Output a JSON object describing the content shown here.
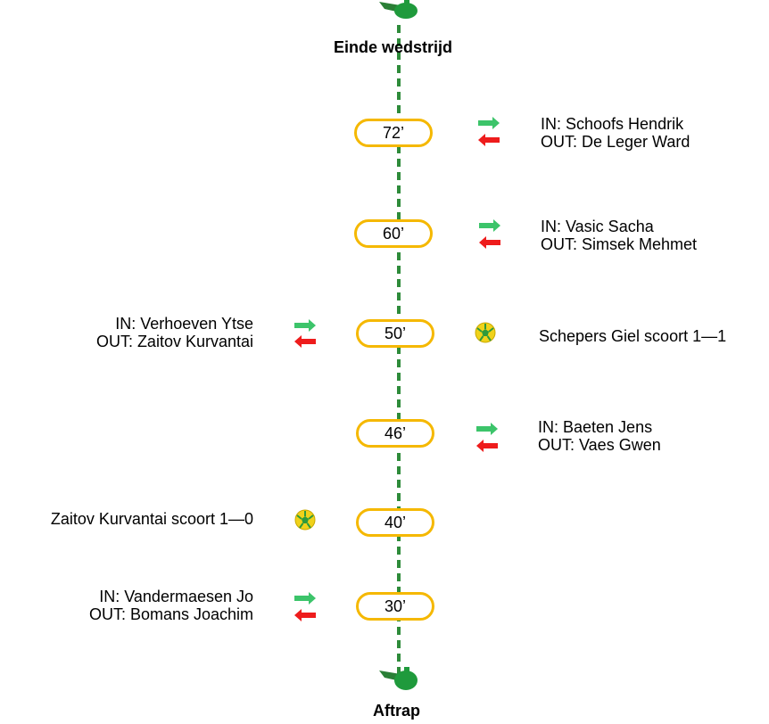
{
  "timeline": {
    "end_label": "Einde wedstrijd",
    "start_label": "Aftrap",
    "icons": {
      "whistle": "whistle-icon",
      "ball": "soccer-ball-icon",
      "in": "arrow-in-icon",
      "out": "arrow-out-icon"
    },
    "colors": {
      "line": "#2e8b3a",
      "badge_border": "#f5b800",
      "arrow_in": "#3cc46a",
      "arrow_out": "#ee1c1c",
      "whistle": "#1f9a3c"
    },
    "events": [
      {
        "minute": "72’",
        "side": "right",
        "type": "substitution",
        "in": "IN: Schoofs Hendrik",
        "out": "OUT: De Leger Ward"
      },
      {
        "minute": "60’",
        "side": "right",
        "type": "substitution",
        "in": "IN: Vasic Sacha",
        "out": "OUT: Simsek Mehmet"
      },
      {
        "minute": "50’",
        "side": "left",
        "type": "substitution",
        "in": "IN: Verhoeven Ytse",
        "out": "OUT: Zaitov Kurvantai"
      },
      {
        "minute": "50’",
        "side": "right",
        "type": "goal",
        "text": "Schepers Giel scoort 1—1"
      },
      {
        "minute": "46’",
        "side": "right",
        "type": "substitution",
        "in": "IN: Baeten Jens",
        "out": "OUT: Vaes Gwen"
      },
      {
        "minute": "40’",
        "side": "left",
        "type": "goal",
        "text": "Zaitov Kurvantai scoort 1—0"
      },
      {
        "minute": "30’",
        "side": "left",
        "type": "substitution",
        "in": "IN: Vandermaesen Jo",
        "out": "OUT: Bomans Joachim"
      }
    ]
  }
}
